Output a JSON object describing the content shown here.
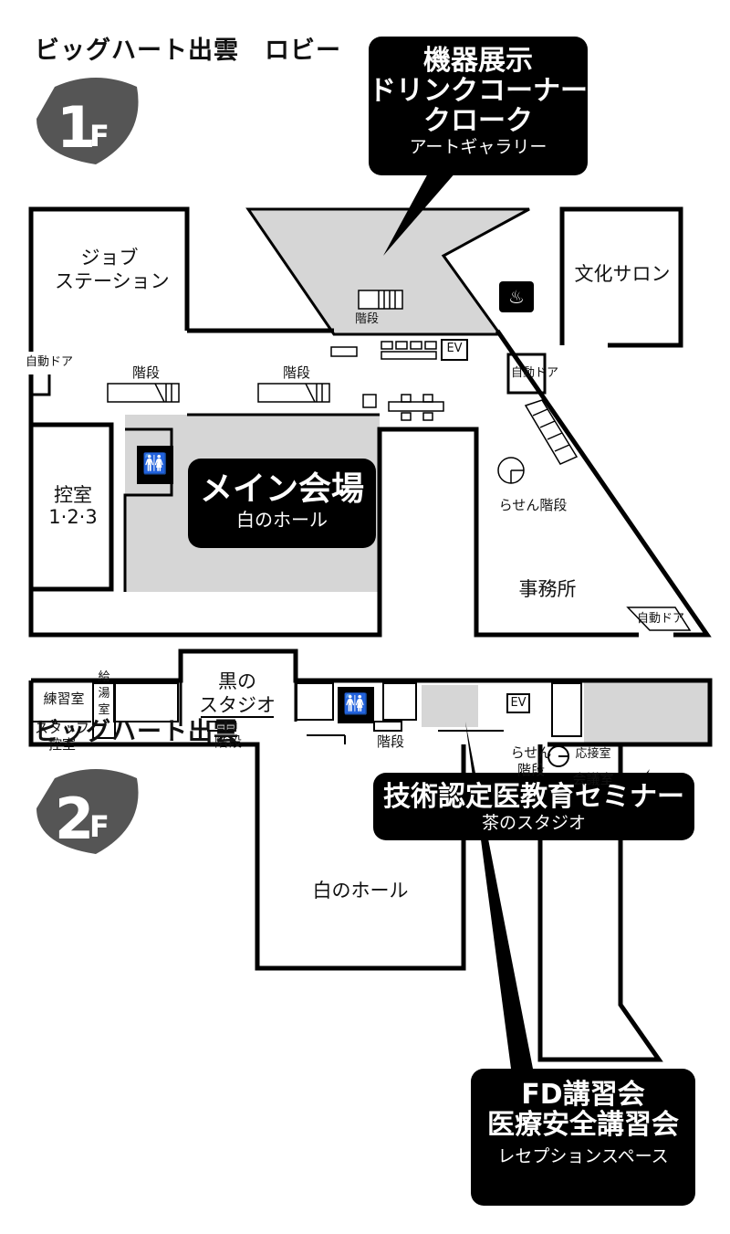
{
  "floor1": {
    "header": "ビッグハート出雲　ロビー",
    "badge_num": "1",
    "badge_letter": "F",
    "callout": {
      "lines": [
        "機器展示",
        "ドリンクコーナー",
        "クローク"
      ],
      "sub": "アートギャラリー"
    },
    "main_hall": {
      "title": "メイン会場",
      "sub": "白のホール"
    },
    "rooms": {
      "job_station_1": "ジョブ",
      "job_station_2": "ステーション",
      "culture_salon": "文化サロン",
      "waiting_room_1": "控室",
      "waiting_room_2": "1·2·3",
      "office": "事務所",
      "spiral_stairs": "らせん階段"
    },
    "labels": {
      "auto_door_left": "自動ドア",
      "auto_door_right": "自動ドア",
      "auto_door_bottom": "自動ドア",
      "stairs_a": "階段",
      "stairs_b": "階段",
      "stairs_c": "階段",
      "ev": "EV"
    },
    "icons": [
      "smoking-area-icon",
      "restroom-icon"
    ]
  },
  "floor2": {
    "header": "ビッグハート出雲",
    "badge_num": "2",
    "badge_letter": "F",
    "callout_top": {
      "title": "技術認定医教育セミナー",
      "sub": "茶のスタジオ"
    },
    "callout_bottom": {
      "lines": [
        "FD講習会",
        "医療安全講習会"
      ],
      "sub": "レセプションスペース"
    },
    "rooms": {
      "black_studio_1": "黒の",
      "black_studio_2": "スタジオ",
      "practice_room": "練習室",
      "kitchen_1": "給",
      "kitchen_2": "湯",
      "kitchen_3": "室",
      "staff_1": "スタッフ",
      "staff_2": "控室",
      "white_hall": "白のホール",
      "reception": "応接室",
      "meeting": "会議室",
      "spiral_1": "らせん",
      "spiral_2": "階段"
    },
    "labels": {
      "stairs_a": "階段",
      "stairs_b": "階段",
      "ev": "EV"
    },
    "icons": [
      "restroom-icon"
    ]
  }
}
